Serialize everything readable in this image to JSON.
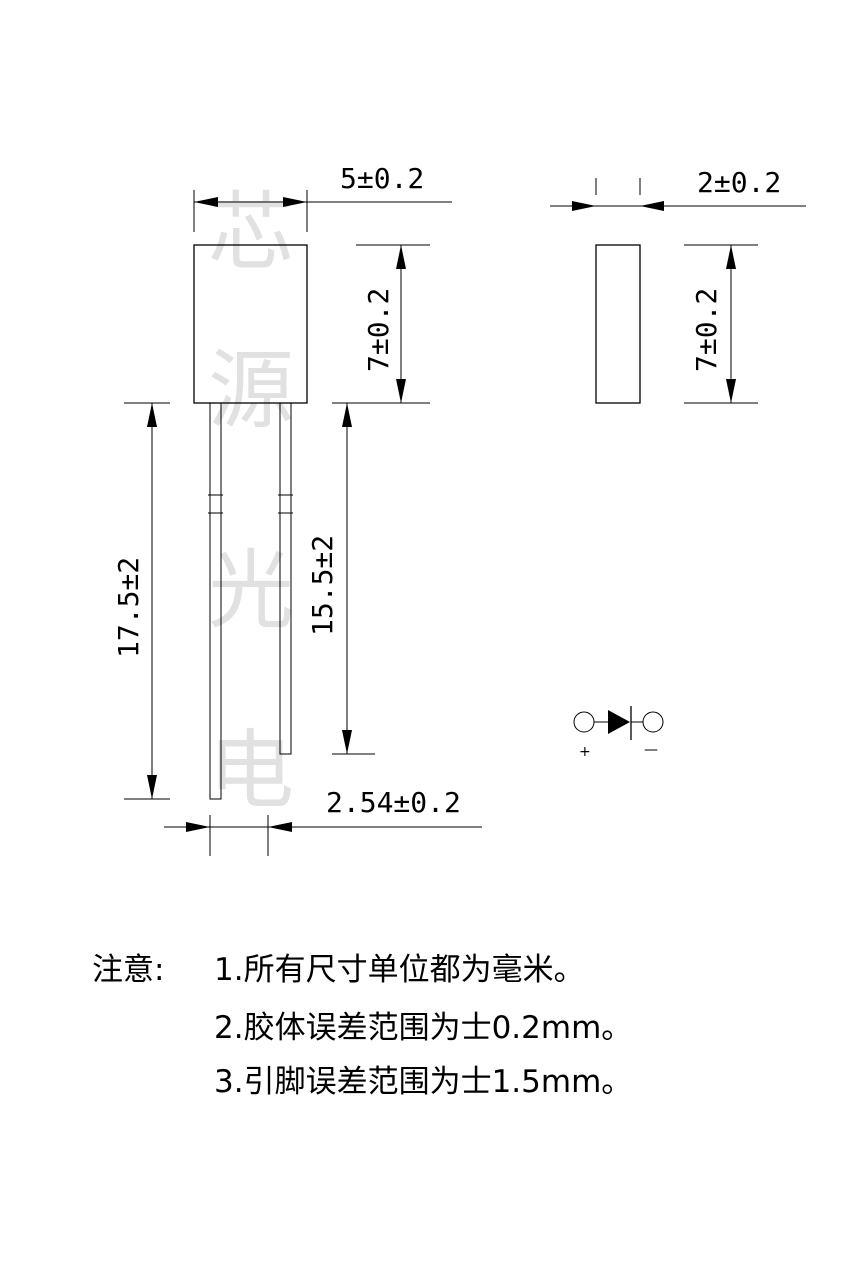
{
  "watermark": [
    "芯",
    "源",
    "光",
    "电"
  ],
  "dimensions": {
    "body_width": "5±0.2",
    "body_height_front": "7±0.2",
    "body_thickness": "2±0.2",
    "body_height_side": "7±0.2",
    "long_lead": "17.5±2",
    "short_lead": "15.5±2",
    "lead_pitch": "2.54±0.2"
  },
  "symbol": {
    "plus": "+",
    "minus": "—"
  },
  "notes": {
    "label": "注意:",
    "items": [
      "1.所有尺寸单位都为毫米。",
      "2.胶体误差范围为士0.2mm。",
      "3.引脚误差范围为士1.5mm。"
    ]
  }
}
